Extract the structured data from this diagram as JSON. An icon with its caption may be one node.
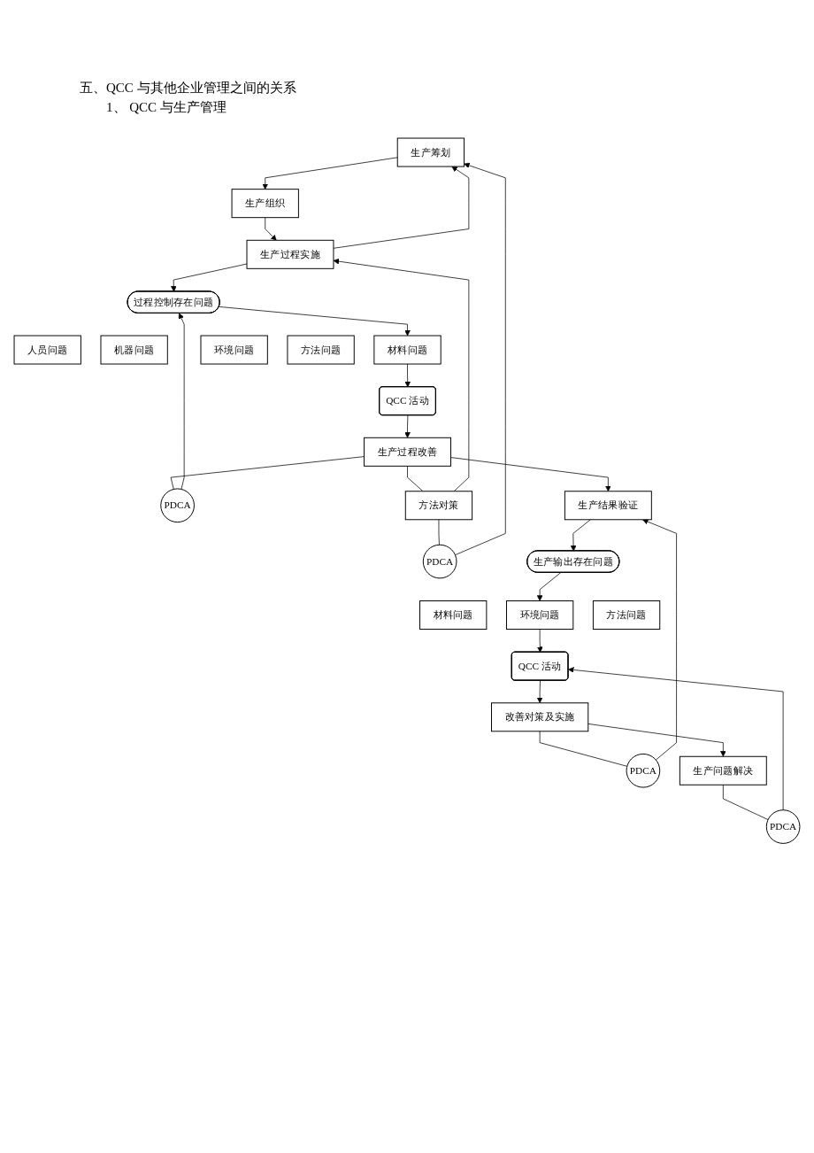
{
  "diagram": {
    "title": "五、QCC 与其他企业管理之间的关系",
    "nodes": [
      {
        "text": [
          "生产筹划"
        ]
      },
      {
        "text": [
          "生产组织"
        ]
      },
      {
        "text": [
          "PDCA"
        ]
      },
      {
        "text": [
          "生产过程实施"
        ]
      },
      {
        "text": [
          "过程控制存在问题"
        ]
      },
      {
        "text": [
          "PDCA"
        ]
      },
      {
        "text": [
          "人员问题"
        ]
      },
      {
        "text": [
          "机器问题"
        ]
      },
      {
        "text": [
          "材料问题"
        ]
      },
      {
        "text": [
          "环境问题"
        ]
      },
      {
        "text": [
          "方法问题"
        ]
      },
      {
        "text": [
          "QCC 活动"
        ]
      },
      {
        "text": [
          "方法对策"
        ]
      },
      {
        "text": [
          "生产过程改善"
        ]
      },
      {
        "text": [
          "生产结果验证"
        ]
      },
      {
        "text": [
          "生产输出存在问题"
        ]
      },
      {
        "text": [
          "材料问题"
        ]
      },
      {
        "text": [
          "环境问题"
        ]
      },
      {
        "text": [
          "方法问题"
        ]
      },
      {
        "text": [
          "PDCA"
        ]
      },
      {
        "text": [
          "QCC 活动"
        ]
      },
      {
        "text": [
          "PDCA"
        ]
      },
      {
        "text": [
          "改善对策及实施"
        ]
      },
      {
        "text": [
          "生产问题解决"
        ]
      }
    ],
    "edges": [
      {
        "from": 0,
        "to": 1,
        "arrow": "to"
      },
      {
        "from": 1,
        "to": 3,
        "arrow": "to"
      },
      {
        "from": 3,
        "to": 0,
        "arrow": "to"
      },
      {
        "from": 2,
        "to": 0,
        "arrow": "to"
      },
      {
        "from": 12,
        "to": 3,
        "arrow": "to"
      },
      {
        "from": 12,
        "to": 2,
        "arrow": "none"
      },
      {
        "from": 13,
        "to": 12,
        "arrow": "none"
      },
      {
        "from": 3,
        "to": 4,
        "arrow": "to"
      },
      {
        "from": 5,
        "to": 4,
        "arrow": "to"
      },
      {
        "from": 13,
        "to": 5,
        "arrow": "none"
      },
      {
        "from": 4,
        "to": 8,
        "arrow": "to"
      },
      {
        "from": 8,
        "to": 11,
        "arrow": "to"
      },
      {
        "from": 11,
        "to": 13,
        "arrow": "to"
      },
      {
        "from": 13,
        "to": 14,
        "arrow": "to"
      },
      {
        "from": 14,
        "to": 15,
        "arrow": "to"
      },
      {
        "from": 15,
        "to": 17,
        "arrow": "to"
      },
      {
        "from": 17,
        "to": 20,
        "arrow": "to"
      },
      {
        "from": 20,
        "to": 22,
        "arrow": "to"
      },
      {
        "from": 22,
        "to": 23,
        "arrow": "to"
      },
      {
        "from": 22,
        "to": 19,
        "arrow": "none"
      },
      {
        "from": 19,
        "to": 14,
        "arrow": "to"
      },
      {
        "from": 21,
        "to": 20,
        "arrow": "to"
      },
      {
        "from": 23,
        "to": 21,
        "arrow": "none"
      }
    ],
    "labels": [
      "1、 QCC 与生产管理"
    ]
  }
}
